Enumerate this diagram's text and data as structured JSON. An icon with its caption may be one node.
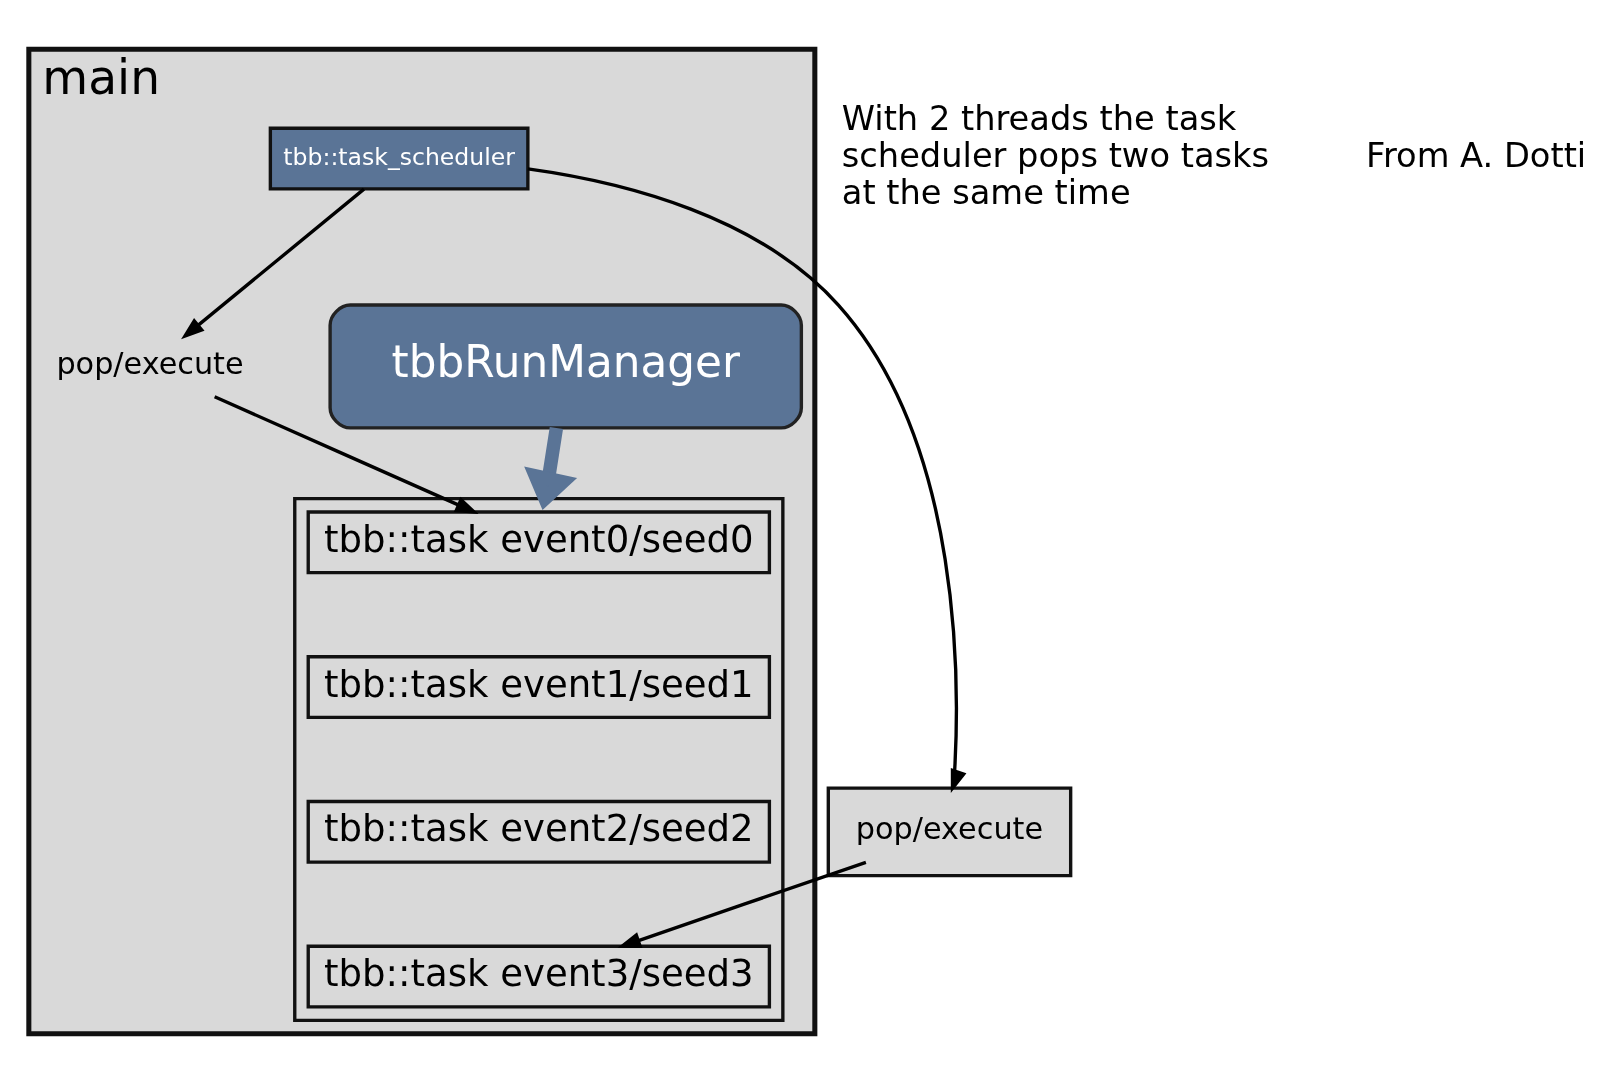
{
  "diagram": {
    "nodes": [
      {
        "text": [
          "main"
        ]
      },
      {
        "text": [
          "tbbRunManager"
        ],
        "in": 0
      },
      {
        "text": [
          "tbb::task_scheduler"
        ],
        "in": 0
      },
      {
        "text": [],
        "shape": "box",
        "in": 0
      },
      {
        "text": [
          "tbb::task event0/seed0"
        ],
        "in": 3
      },
      {
        "text": [
          "tbb::task event1/seed1"
        ],
        "in": 3
      },
      {
        "text": [
          "tbb::task event2/seed2"
        ],
        "in": 3
      },
      {
        "text": [
          "tbb::task event3/seed3"
        ],
        "in": 3
      },
      {
        "text": [
          "pop/execute"
        ],
        "in": 0
      },
      {
        "text": [],
        "shape": "box"
      },
      {
        "text": [
          "pop/execute"
        ],
        "in": 9
      }
    ],
    "edges": [
      {
        "from": 1,
        "to": 3,
        "arrow": "to",
        "style": "thick",
        "color": "#5a7496"
      },
      {
        "from": 2,
        "to": 8,
        "arrow": "to"
      },
      {
        "from": 8,
        "to": 4,
        "arrow": "to"
      },
      {
        "from": 2,
        "to": 9,
        "arrow": "to"
      },
      {
        "from": 10,
        "to": 7,
        "arrow": "to"
      }
    ],
    "labels": [
      "With 2 threads the task scheduler pops two tasks at the same time",
      "From A. Dotti"
    ]
  }
}
